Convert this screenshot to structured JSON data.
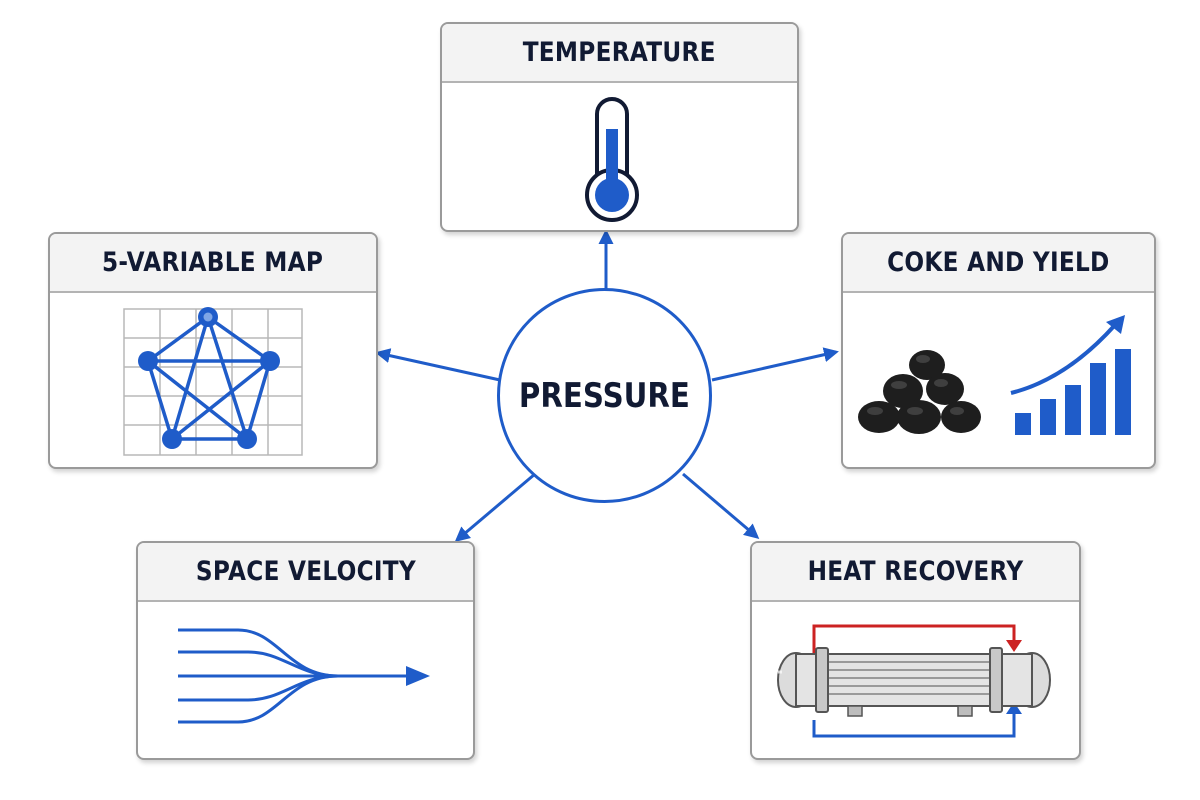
{
  "center": {
    "label": "PRESSURE"
  },
  "cards": {
    "temperature": {
      "title": "TEMPERATURE",
      "icon": "thermometer-icon"
    },
    "variable_map": {
      "title": "5-VARIABLE MAP",
      "icon": "network-graph-icon"
    },
    "coke_yield": {
      "title": "COKE AND YIELD",
      "icon": "coke-pile-and-bar-chart-icon"
    },
    "space_velocity": {
      "title": "SPACE VELOCITY",
      "icon": "converging-flow-lines-icon"
    },
    "heat_recovery": {
      "title": "HEAT RECOVERY",
      "icon": "heat-exchanger-icon"
    }
  },
  "colors": {
    "accent_blue": "#1f5cc9",
    "hot_red": "#cc2222",
    "text_dark": "#111a33",
    "card_border": "#9a9a9a",
    "coke_black": "#1e1e1e"
  }
}
